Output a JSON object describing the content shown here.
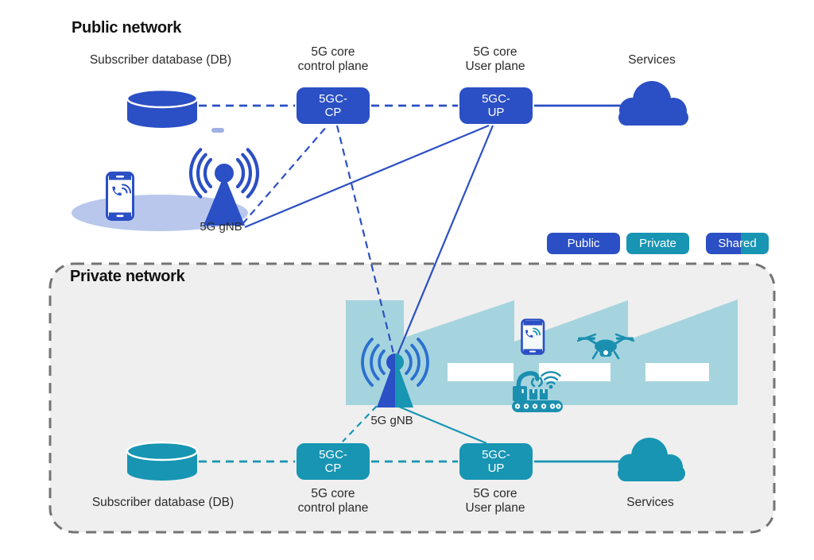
{
  "public": {
    "title": "Public network",
    "db_label": "Subscriber database (DB)",
    "cp": {
      "caption1": "5G core",
      "caption2": "control plane",
      "box1": "5GC-",
      "box2": "CP"
    },
    "up": {
      "caption1": "5G core",
      "caption2": "User plane",
      "box1": "5GC-",
      "box2": "UP"
    },
    "services_label": "Services",
    "gnb_label": "5G gNB"
  },
  "private": {
    "title": "Private network",
    "db_label": "Subscriber database (DB)",
    "cp": {
      "caption1": "5G core",
      "caption2": "control plane",
      "box1": "5GC-",
      "box2": "CP"
    },
    "up": {
      "caption1": "5G core",
      "caption2": "User plane",
      "box1": "5GC-",
      "box2": "UP"
    },
    "services_label": "Services",
    "gnb_label": "5G gNB"
  },
  "legend": {
    "items": [
      {
        "label": "Public",
        "color": "#2b4fc4"
      },
      {
        "label": "Private",
        "color": "#1795b3"
      },
      {
        "label": "Shared",
        "color_left": "#2b4fc4",
        "color_right": "#1795b3"
      }
    ]
  },
  "colors": {
    "public_blue": "#2b4fc4",
    "private_teal": "#1795b3",
    "signal_blue": "#2b6fd0",
    "factory_fill": "#a5d4de",
    "coverage_fill": "#b9c7ec",
    "panel_fill": "#efefef",
    "panel_border": "#747474",
    "icon_teal": "#1b8fb0"
  },
  "icons": {
    "public_device": "smartphone-call-icon",
    "gnb": "antenna-tower-icon",
    "db": "database-cylinder-icon",
    "services": "cloud-icon",
    "factory": "factory-building-icon",
    "factory_device": "smartphone-call-icon",
    "factory_drone": "drone-icon",
    "factory_robot": "robot-arm-conveyor-icon",
    "factory_wifi": "wifi-icon"
  }
}
